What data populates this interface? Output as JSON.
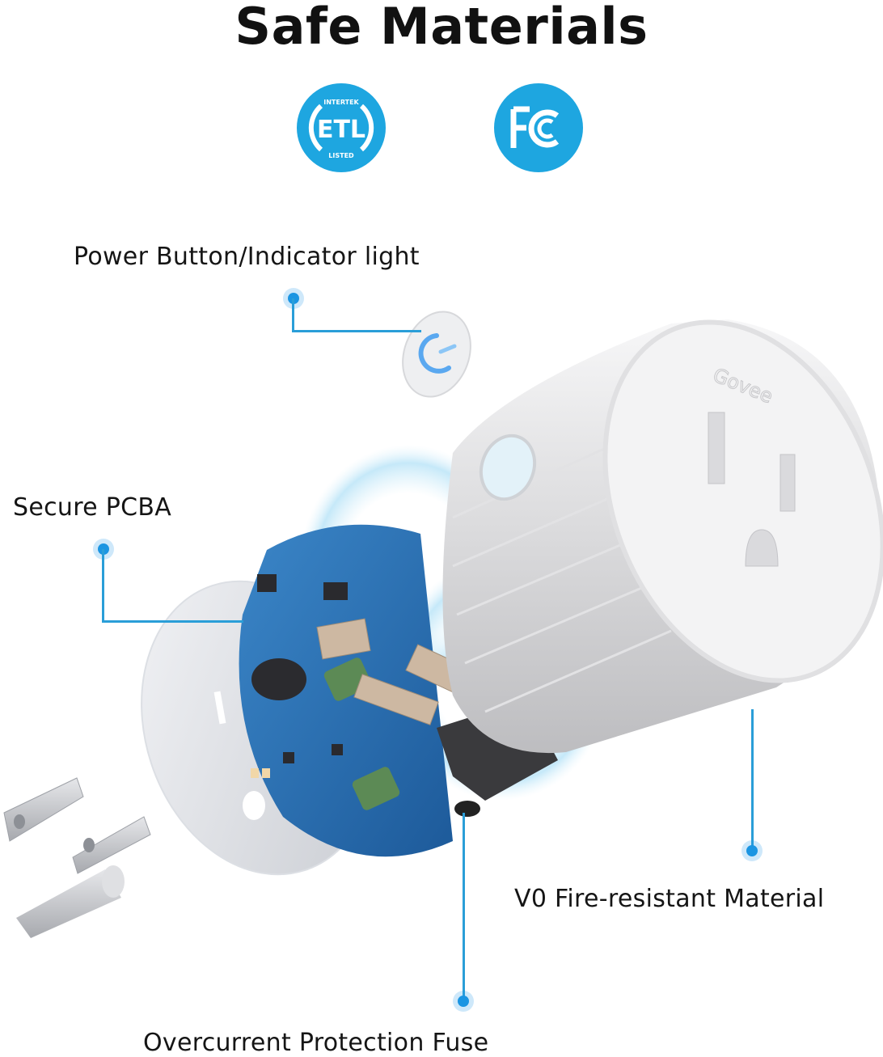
{
  "header": {
    "title": "Safe Materials"
  },
  "certifications": [
    {
      "name": "ETL",
      "top_text": "INTERTEK",
      "bottom_text": "LISTED",
      "mark": "ETL",
      "icon": "etl-listed-icon"
    },
    {
      "name": "FCC",
      "mark": "FC",
      "icon": "fcc-icon"
    }
  ],
  "colors": {
    "accent": "#1ea6e0",
    "callout_line": "#2a9ed8",
    "callout_dot": "#1b95e2",
    "text": "#151515"
  },
  "product": {
    "brand_embossed": "Govee"
  },
  "callouts": [
    {
      "id": "power-button",
      "label": "Power Button/Indicator light"
    },
    {
      "id": "pcba",
      "label": "Secure PCBA"
    },
    {
      "id": "fire-resistant",
      "label": "V0 Fire-resistant Material"
    },
    {
      "id": "fuse",
      "label": "Overcurrent Protection Fuse"
    }
  ]
}
